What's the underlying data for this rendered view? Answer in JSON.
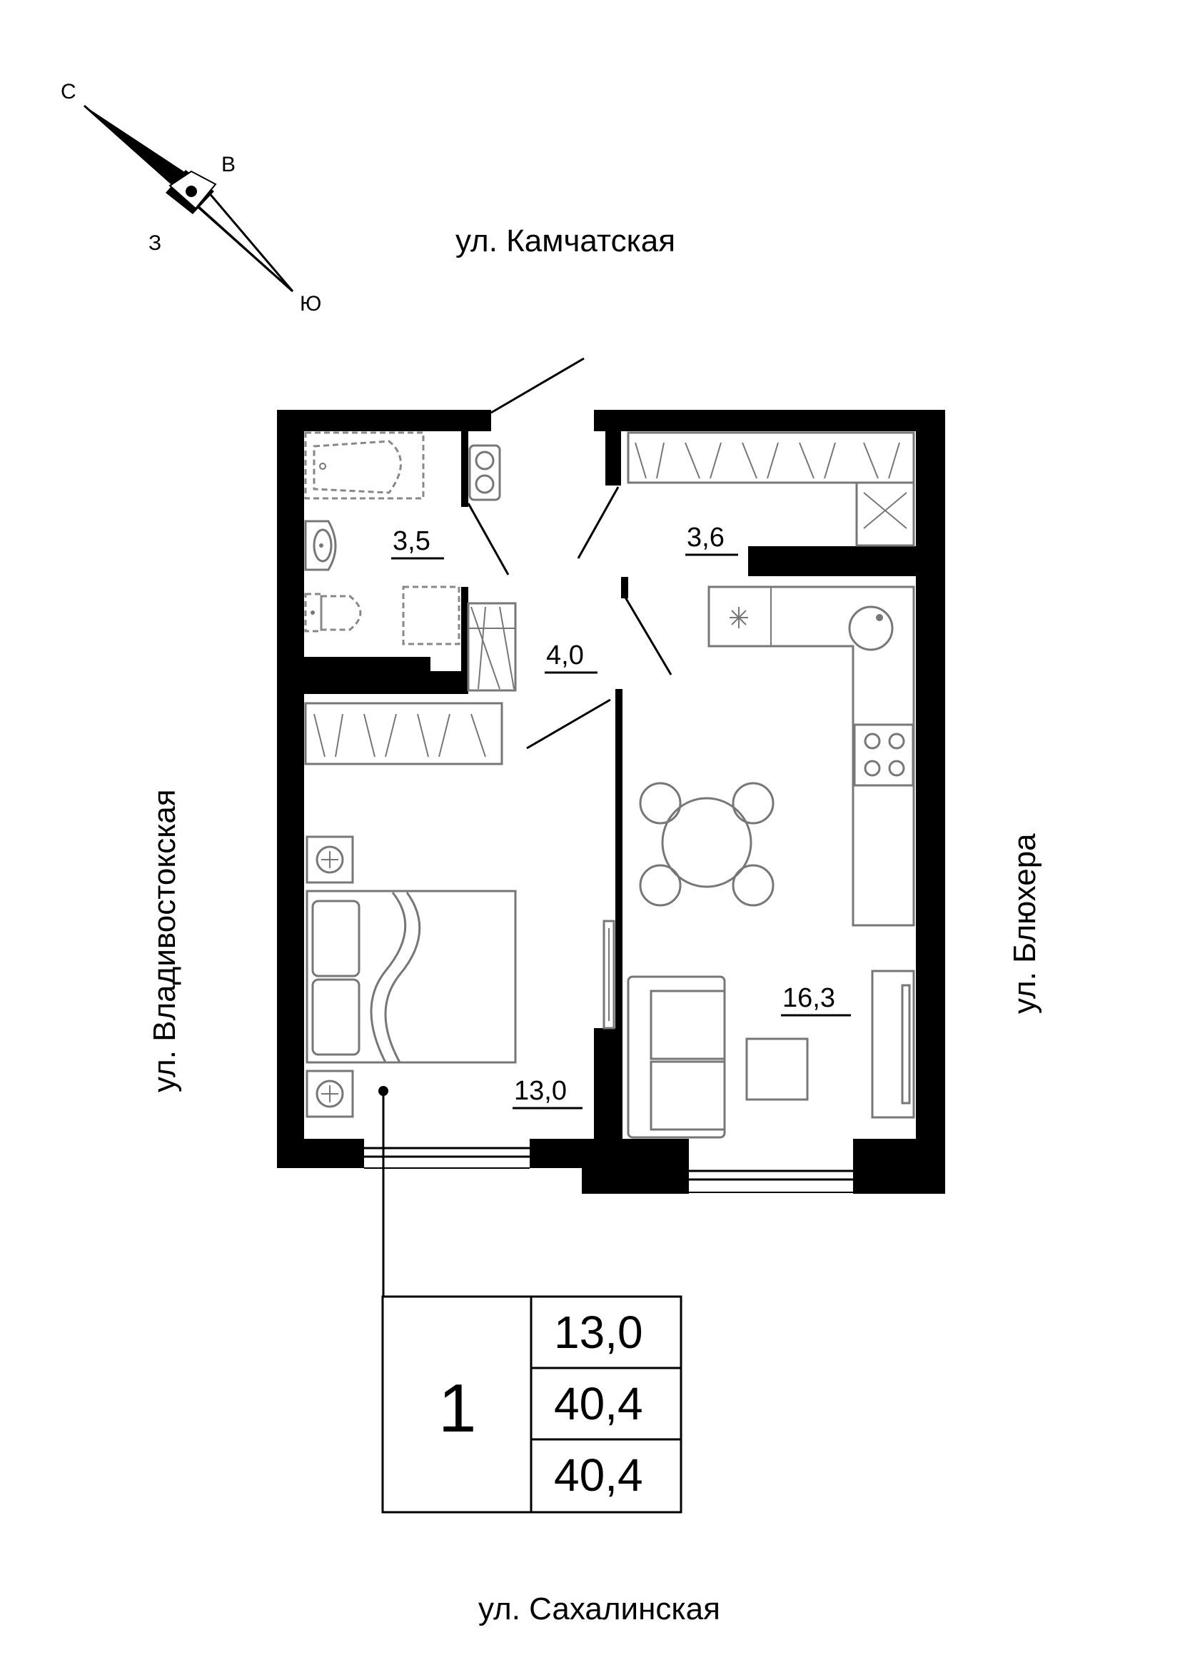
{
  "compass": {
    "north": "С",
    "south": "Ю",
    "east": "В",
    "west": "З"
  },
  "streets": {
    "top": "ул. Камчатская",
    "left": "ул. Владивостокская",
    "right": "ул. Блюхера",
    "bottom": "ул. Сахалинская"
  },
  "rooms": {
    "bathroom": "3,5",
    "storage": "3,6",
    "hall": "4,0",
    "kitchen_living": "16,3",
    "bedroom": "13,0"
  },
  "summary": {
    "rooms_count": "1",
    "living_area": "13,0",
    "total_area": "40,4",
    "total_area_2": "40,4"
  },
  "colors": {
    "wall": "#000000",
    "furniture": "#777777"
  }
}
